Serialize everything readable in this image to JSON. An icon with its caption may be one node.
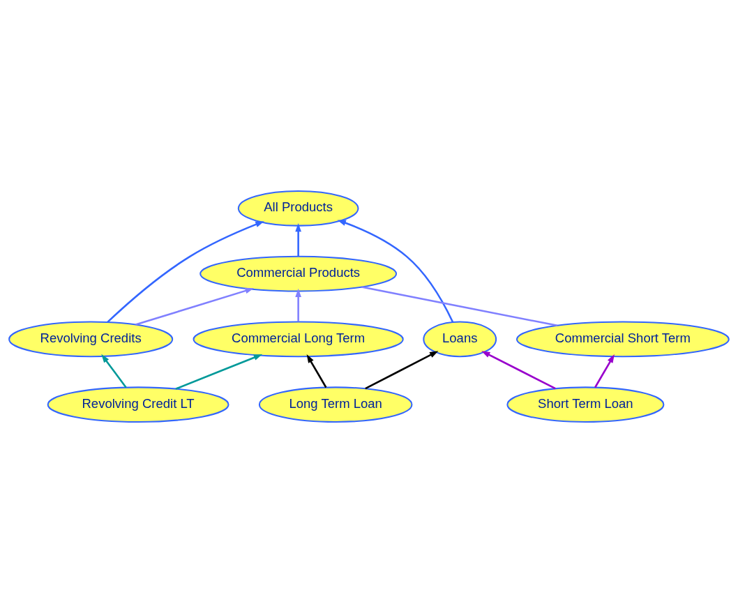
{
  "diagram": {
    "nodes": [
      {
        "text": [
          "All Products"
        ]
      },
      {
        "text": [
          "Commercial Products"
        ]
      },
      {
        "text": [
          "Loans"
        ]
      },
      {
        "text": [
          "Revolving Credits"
        ]
      },
      {
        "text": [
          "Commercial Short Term"
        ]
      },
      {
        "text": [
          "Commercial Long Term"
        ]
      },
      {
        "text": [
          "Short Term Loan"
        ]
      },
      {
        "text": [
          "Long Term Loan"
        ]
      },
      {
        "text": [
          "Revolving Credit LT"
        ]
      }
    ],
    "edges": [
      {
        "from": 2,
        "to": 0,
        "arrow": "to",
        "color": "#3366ff"
      },
      {
        "from": 3,
        "to": 0,
        "arrow": "to",
        "color": "#3366ff"
      },
      {
        "from": 1,
        "to": 0,
        "arrow": "to",
        "color": "#3366ff"
      },
      {
        "from": 3,
        "to": 1,
        "arrow": "to",
        "color": "#8080ff"
      },
      {
        "from": 4,
        "to": 1,
        "arrow": "none",
        "color": "#8080ff"
      },
      {
        "from": 5,
        "to": 1,
        "arrow": "to",
        "color": "#8080ff"
      },
      {
        "from": 6,
        "to": 2,
        "arrow": "to",
        "color": "#9900cc"
      },
      {
        "from": 6,
        "to": 4,
        "arrow": "to",
        "color": "#9900cc"
      },
      {
        "from": 7,
        "to": 2,
        "arrow": "to",
        "color": "#000000"
      },
      {
        "from": 7,
        "to": 5,
        "arrow": "to",
        "color": "#000000"
      },
      {
        "from": 8,
        "to": 3,
        "arrow": "to",
        "color": "#009999"
      },
      {
        "from": 8,
        "to": 5,
        "arrow": "to",
        "color": "#009999"
      }
    ]
  }
}
